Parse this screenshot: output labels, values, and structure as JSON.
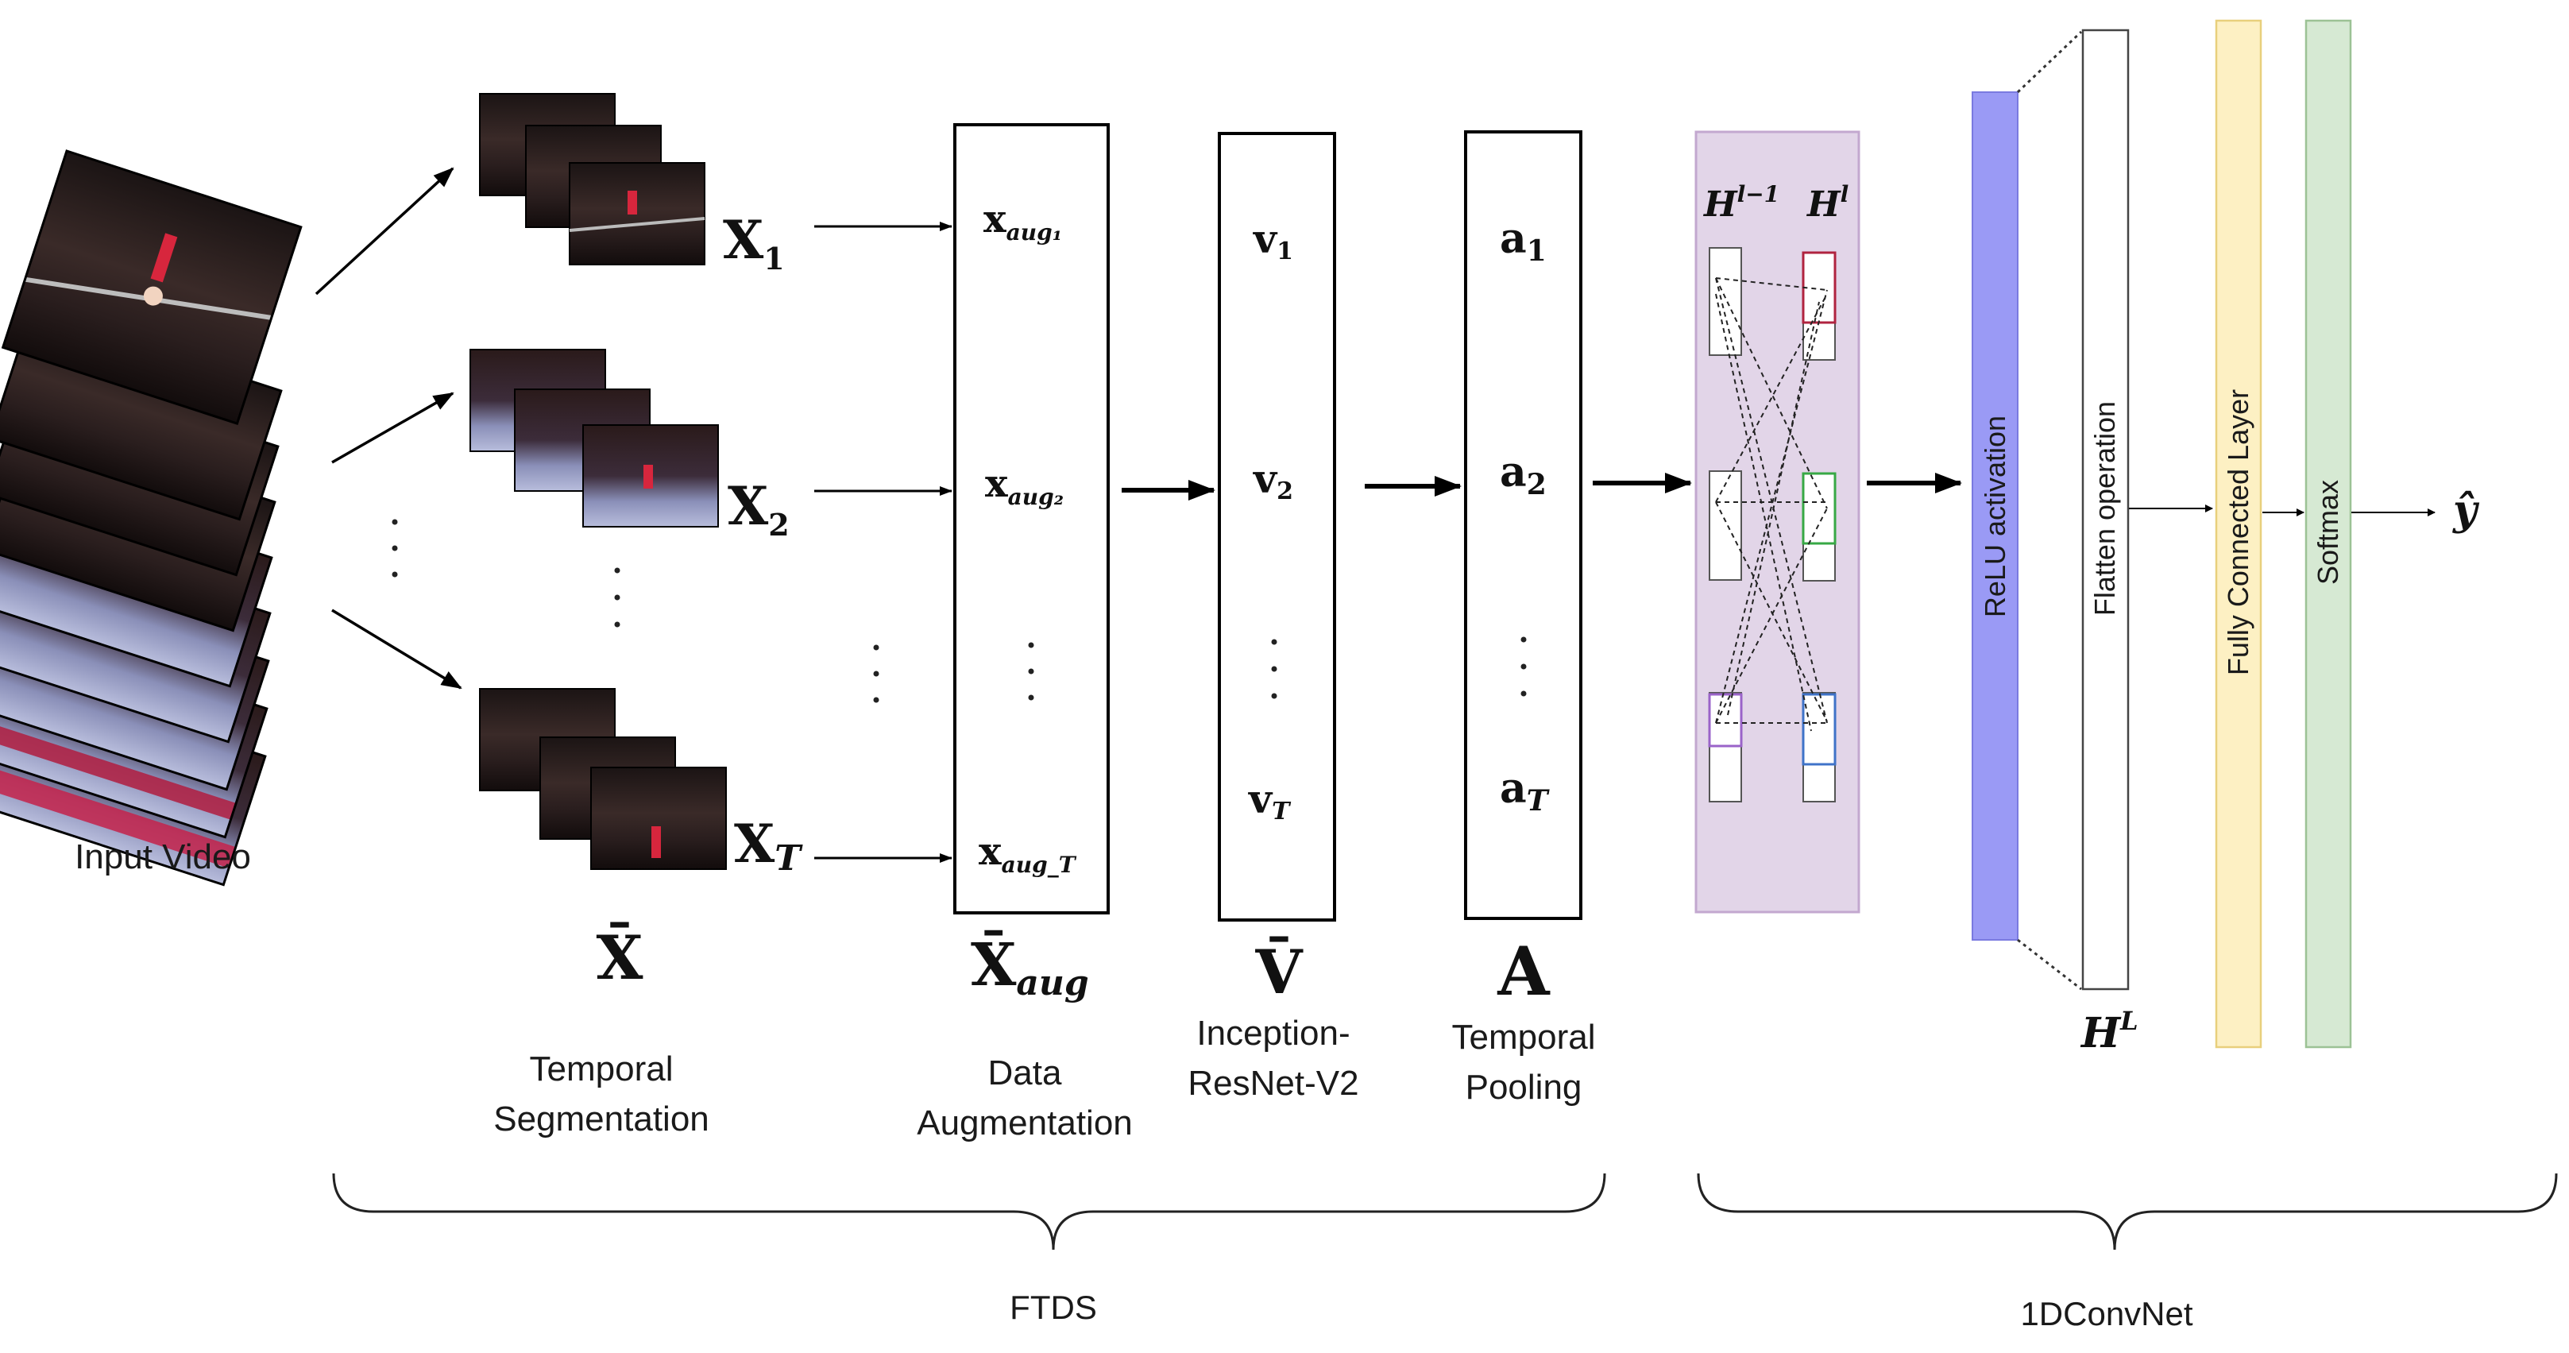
{
  "input": {
    "label": "Input Video"
  },
  "segments": {
    "x1_base": "X",
    "x1_sub": "1",
    "x2_base": "X",
    "x2_sub": "2",
    "xT_base": "X",
    "xT_sub": "T",
    "bar_label": "X̄",
    "caption_line1": "Temporal",
    "caption_line2": "Segmentation"
  },
  "augmentation": {
    "x1_base": "x",
    "x1_sub": "aug₁",
    "x2_base": "x",
    "x2_sub": "aug₂",
    "xT_base": "x",
    "xT_sub": "aug_T",
    "bar_label_base": "X̄",
    "bar_label_sub": "aug",
    "caption_line1": "Data",
    "caption_line2": "Augmentation"
  },
  "inception": {
    "v1_base": "v",
    "v1_sub": "1",
    "v2_base": "v",
    "v2_sub": "2",
    "vT_base": "v",
    "vT_sub": "T",
    "bar_label": "V̄",
    "caption_line1": "Inception-",
    "caption_line2": "ResNet-V2"
  },
  "pooling": {
    "a1_base": "a",
    "a1_sub": "1",
    "a2_base": "a",
    "a2_sub": "2",
    "aT_base": "a",
    "aT_sub": "T",
    "bar_label": "A",
    "caption_line1": "Temporal",
    "caption_line2": "Pooling"
  },
  "conv": {
    "h_prev_base": "H",
    "h_prev_sup": "l−1",
    "h_cur_base": "H",
    "h_cur_sup": "l"
  },
  "layers": {
    "relu": "ReLU activation",
    "flatten": "Flatten operation",
    "hl_base": "H",
    "hl_sup": "L",
    "fc": "Fully Connected Layer",
    "softmax": "Softmax",
    "output": "ŷ"
  },
  "groups": {
    "ftds": "FTDS",
    "conv1d": "1DConvNet"
  },
  "colors": {
    "relu": "#9a9af5",
    "fc": "#fdf0c3",
    "fc_stroke": "#e8cf7c",
    "softmax": "#d6e9d3",
    "softmax_stroke": "#9cc295",
    "conv_bg": "#e2d5e8",
    "conv_stroke": "#c3a8cf"
  }
}
